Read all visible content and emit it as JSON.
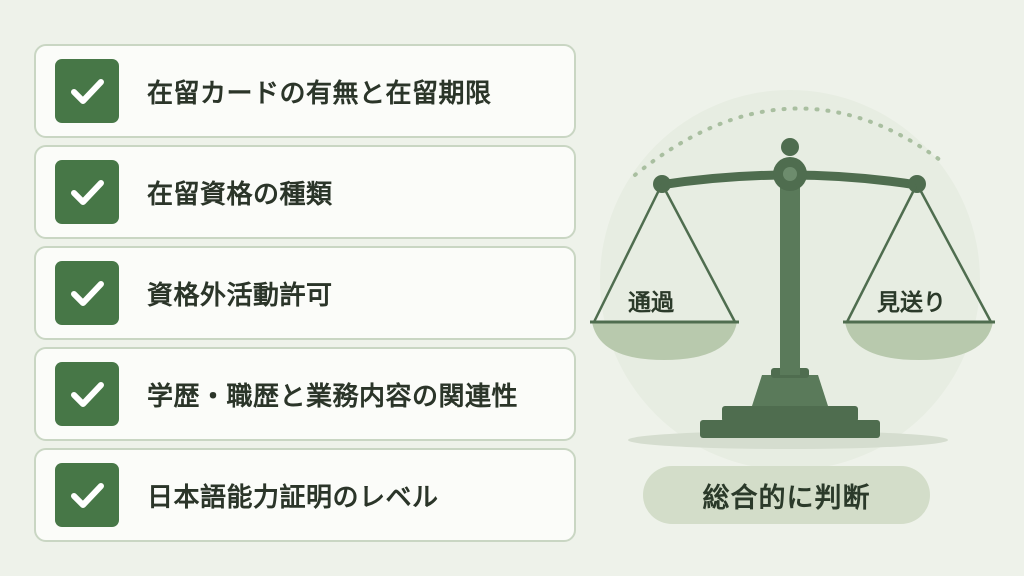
{
  "checklist": {
    "items": [
      {
        "label": "在留カードの有無と在留期限"
      },
      {
        "label": "在留資格の種類"
      },
      {
        "label": "資格外活動許可"
      },
      {
        "label": "学歴・職歴と業務内容の関連性"
      },
      {
        "label": "日本語能力証明のレベル"
      }
    ]
  },
  "scale": {
    "left_pan_label": "通過",
    "right_pan_label": "見送り"
  },
  "verdict": {
    "label": "総合的に判断"
  },
  "colors": {
    "accent": "#477747",
    "dark": "#4f6d4f",
    "pan": "#b8c9ad",
    "border": "#c9d6c3",
    "background": "#eef2ea"
  }
}
